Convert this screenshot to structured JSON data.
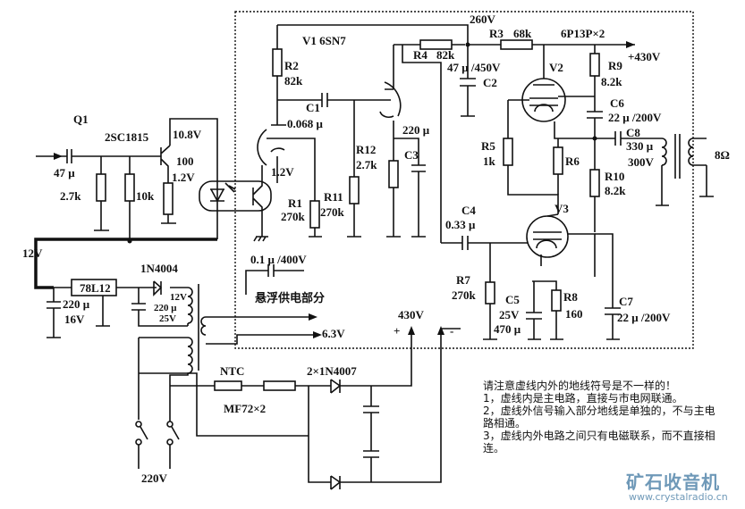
{
  "diagram": {
    "title": "6SN7 / 6P13P×2 tube amplifier with floating power supply",
    "labels": {
      "q1": "Q1",
      "q1_type": "2SC1815",
      "q1_collector_v": "10.8V",
      "q1_beta": "100",
      "q1_emitter_v": "1.2V",
      "in_cap": "47 μ",
      "in_r1": "2.7k",
      "in_r2": "10k",
      "v1": "V1  6SN7",
      "r2": "R2",
      "r2_val": "82k",
      "c1": "C1",
      "c1_val": "0.068 μ",
      "v1_cathode_v": "1.2V",
      "r1": "R1",
      "r1_val": "270k",
      "r11": "R11",
      "r11_val": "270k",
      "r12": "R12",
      "r12_val": "2.7k",
      "c3": "C3",
      "c3_val": "220 μ",
      "r4": "R4",
      "r4_val": "82k",
      "node_260": "260V",
      "r3": "R3",
      "r3_val": "68k",
      "tube_pair": "6P13P×2",
      "c2_val": "47 μ /450V",
      "c2": "C2",
      "v2": "V2",
      "r9": "R9",
      "r9_val": "8.2k",
      "plus430": "+430V",
      "c6": "C6",
      "c6_val": "22 μ /200V",
      "c8": "C8",
      "c8_val": "330 μ",
      "c8_volt": "300V",
      "speaker": "8Ω",
      "r5": "R5",
      "r5_val": "1k",
      "r6": "R6",
      "r10": "R10",
      "r10_val": "8.2k",
      "c4": "C4",
      "c4_val": "0.33 μ",
      "v3": "V3",
      "r7": "R7",
      "r7_val": "270k",
      "c5": "C5",
      "c5_volt": "25V",
      "c5_val": "470 μ",
      "r8": "R8",
      "r8_val": "160",
      "c7": "C7",
      "c7_val": "22 μ /200V",
      "v12": "12V",
      "reg": "78L12",
      "diode1": "1N4004",
      "cap_a": "220 μ",
      "cap_a_v": "16V",
      "cap_b": "220 μ",
      "cap_b_v": "25V",
      "sec_12v": "12V",
      "float_cap": "0.1 μ /400V",
      "float_label": "悬浮供电部分",
      "heater": "6.3V",
      "hv": "430V",
      "plus": "+",
      "minus": "-",
      "ntc": "NTC",
      "mf72": "MF72×2",
      "diodes": "2×1N4007",
      "mains": "220V"
    },
    "notes": [
      "请注意虚线内外的地线符号是不一样的！",
      "1，虚线内是主电路，直接与市电网联通。",
      "2，虚线外信号输入部分地线是单独的，不与主电路相通。",
      "3，虚线内外电路之间只有电磁联系，而不直接相连。"
    ],
    "watermark": {
      "name": "矿石收音机",
      "url": "www.crystalradio.cn"
    }
  }
}
